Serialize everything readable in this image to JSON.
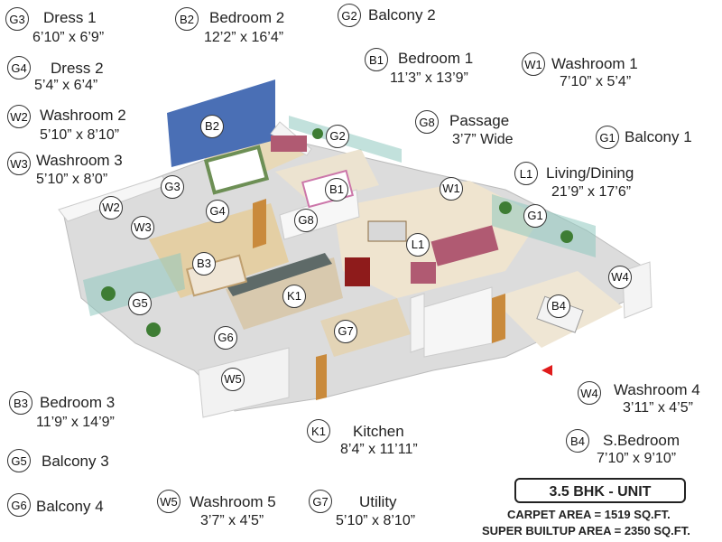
{
  "rooms": {
    "G3": {
      "code": "G3",
      "name": "Dress 1",
      "dim": "6’10” x 6’9”"
    },
    "B2": {
      "code": "B2",
      "name": "Bedroom 2",
      "dim": "12’2” x 16’4”"
    },
    "G2": {
      "code": "G2",
      "name": "Balcony 2",
      "dim": ""
    },
    "G4": {
      "code": "G4",
      "name": "Dress 2",
      "dim": "5’4” x 6’4”"
    },
    "B1": {
      "code": "B1",
      "name": "Bedroom 1",
      "dim": "11’3” x 13’9”"
    },
    "W1": {
      "code": "W1",
      "name": "Washroom 1",
      "dim": "7’10” x 5’4”"
    },
    "W2": {
      "code": "W2",
      "name": "Washroom 2",
      "dim": "5’10” x 8’10”"
    },
    "G8": {
      "code": "G8",
      "name": "Passage",
      "dim": "3’7” Wide"
    },
    "G1": {
      "code": "G1",
      "name": "Balcony 1",
      "dim": ""
    },
    "W3": {
      "code": "W3",
      "name": "Washroom 3",
      "dim": "5’10” x 8’0”"
    },
    "L1": {
      "code": "L1",
      "name": "Living/Dining",
      "dim": "21’9” x 17’6”"
    },
    "B3": {
      "code": "B3",
      "name": "Bedroom 3",
      "dim": "11’9” x 14’9”"
    },
    "W4": {
      "code": "W4",
      "name": "Washroom 4",
      "dim": "3’11” x 4’5”"
    },
    "K1": {
      "code": "K1",
      "name": "Kitchen",
      "dim": "8’4” x 11’11”"
    },
    "G5": {
      "code": "G5",
      "name": "Balcony 3",
      "dim": ""
    },
    "B4": {
      "code": "B4",
      "name": "S.Bedroom",
      "dim": "7’10” x 9’10”"
    },
    "G6": {
      "code": "G6",
      "name": "Balcony 4",
      "dim": ""
    },
    "W5": {
      "code": "W5",
      "name": "Washroom 5",
      "dim": "3’7” x 4’5”"
    },
    "G7": {
      "code": "G7",
      "name": "Utility",
      "dim": "5’10” x 8’10”"
    }
  },
  "unit": {
    "title": "3.5 BHK - UNIT",
    "carpet": "CARPET AREA = 1519 SQ.FT.",
    "super": "SUPER BUILTUP AREA = 2350 SQ.FT."
  },
  "colors": {
    "wall": "#f2f2f2",
    "floor": "#e8d9b8",
    "accent_wall": "#4a6fb5",
    "sofa": "#b05a72",
    "glass": "#8fc9c0",
    "door": "#c98a3c"
  }
}
